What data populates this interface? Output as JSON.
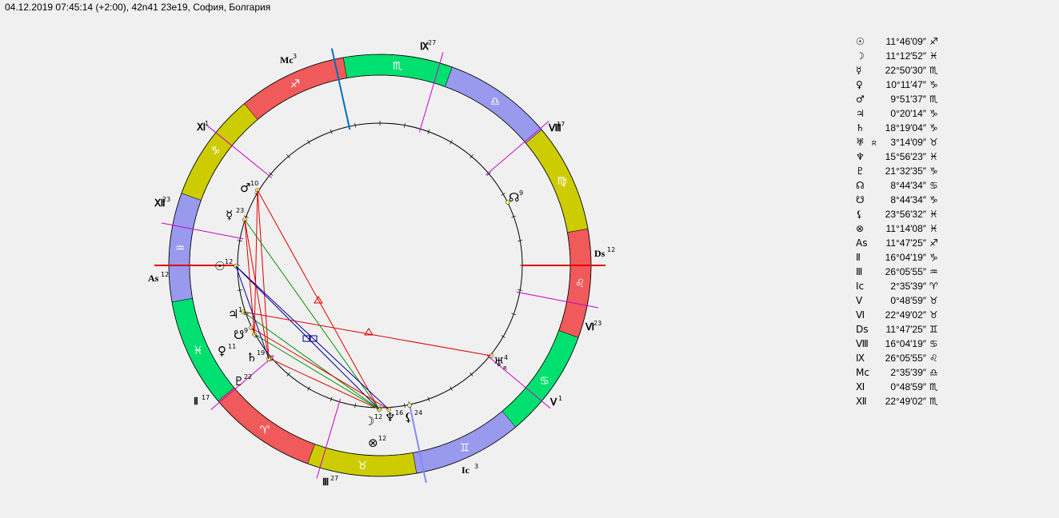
{
  "header": "04.12.2019 07:45:14 (+2:00), 42n41 23e19, София, Болгария",
  "colors": {
    "fire": "#f05a5a",
    "earth": "#cccc00",
    "air": "#9999ee",
    "water": "#00e070",
    "aspect_red": "#e00000",
    "aspect_green": "#009000",
    "aspect_blue": "#000090",
    "cusp": "#cc00cc",
    "axis_mc": "#0070c0",
    "axis_ic": "#8888ff"
  },
  "wheel": {
    "signs": [
      "♈",
      "♉",
      "♊",
      "♋",
      "♌",
      "♍",
      "♎",
      "♏",
      "♐",
      "♑",
      "♒",
      "♓"
    ],
    "houses": [
      {
        "label": "As",
        "deg": "12"
      },
      {
        "label": "Ⅱ",
        "deg": "17"
      },
      {
        "label": "Ⅲ",
        "deg": "27"
      },
      {
        "label": "Ic",
        "deg": "3"
      },
      {
        "label": "Ⅴ",
        "deg": "1"
      },
      {
        "label": "Ⅵ",
        "deg": "23"
      },
      {
        "label": "Ds",
        "deg": "12"
      },
      {
        "label": "Ⅷ",
        "deg": "17"
      },
      {
        "label": "Ⅸ",
        "deg": "27"
      },
      {
        "label": "Mc",
        "deg": "3"
      },
      {
        "label": "Ⅺ",
        "deg": "1"
      },
      {
        "label": "Ⅻ",
        "deg": "23"
      }
    ],
    "planets": [
      {
        "glyph": "☉",
        "deg": "12"
      },
      {
        "glyph": "☽",
        "deg": "12"
      },
      {
        "glyph": "☿",
        "deg": "23"
      },
      {
        "glyph": "♀",
        "deg": "11"
      },
      {
        "glyph": "♂",
        "deg": "10"
      },
      {
        "glyph": "♃",
        "deg": "1"
      },
      {
        "glyph": "♄",
        "deg": "19"
      },
      {
        "glyph": "♅",
        "deg": "4",
        "flag": "R"
      },
      {
        "glyph": "♆",
        "deg": "16"
      },
      {
        "glyph": "♇",
        "deg": "22"
      },
      {
        "glyph": "☊",
        "deg": "9"
      },
      {
        "glyph": "☋",
        "deg": "9"
      },
      {
        "glyph": "⚸",
        "deg": "24"
      },
      {
        "glyph": "⊗",
        "deg": "12"
      }
    ]
  },
  "positions": [
    {
      "symbol": "☉",
      "value": "11°46′09″",
      "sign": "♐"
    },
    {
      "symbol": "☽",
      "value": "11°12′52″",
      "sign": "♓"
    },
    {
      "symbol": "☿",
      "value": "22°50′30″",
      "sign": "♏"
    },
    {
      "symbol": "♀",
      "value": "10°11′47″",
      "sign": "♑"
    },
    {
      "symbol": "♂",
      "value": "9°51′37″",
      "sign": "♏"
    },
    {
      "symbol": "♃",
      "value": "0°20′14″",
      "sign": "♑"
    },
    {
      "symbol": "♄",
      "value": "18°19′04″",
      "sign": "♑"
    },
    {
      "symbol": "♅",
      "flag": "R",
      "value": "3°14′09″",
      "sign": "♉"
    },
    {
      "symbol": "♆",
      "value": "15°56′23″",
      "sign": "♓"
    },
    {
      "symbol": "♇",
      "value": "21°32′35″",
      "sign": "♑"
    },
    {
      "symbol": "☊",
      "value": "8°44′34″",
      "sign": "♋"
    },
    {
      "symbol": "☋",
      "value": "8°44′34″",
      "sign": "♑"
    },
    {
      "symbol": "⚸",
      "value": "23°56′32″",
      "sign": "♓"
    },
    {
      "symbol": "⊗",
      "value": "11°14′08″",
      "sign": "♓"
    },
    {
      "symbol": "As",
      "value": "11°47′25″",
      "sign": "♐"
    },
    {
      "symbol": "Ⅱ",
      "value": "16°04′19″",
      "sign": "♑"
    },
    {
      "symbol": "Ⅲ",
      "value": "26°05′55″",
      "sign": "♒"
    },
    {
      "symbol": "Ic",
      "value": "2°35′39″",
      "sign": "♈"
    },
    {
      "symbol": "Ⅴ",
      "value": "0°48′59″",
      "sign": "♉"
    },
    {
      "symbol": "Ⅵ",
      "value": "22°49′02″",
      "sign": "♉"
    },
    {
      "symbol": "Ds",
      "value": "11°47′25″",
      "sign": "♊"
    },
    {
      "symbol": "Ⅷ",
      "value": "16°04′19″",
      "sign": "♋"
    },
    {
      "symbol": "Ⅸ",
      "value": "26°05′55″",
      "sign": "♌"
    },
    {
      "symbol": "Mc",
      "value": "2°35′39″",
      "sign": "♎"
    },
    {
      "symbol": "Ⅺ",
      "value": "0°48′59″",
      "sign": "♏"
    },
    {
      "symbol": "Ⅻ",
      "value": "22°49′02″",
      "sign": "♏"
    }
  ]
}
